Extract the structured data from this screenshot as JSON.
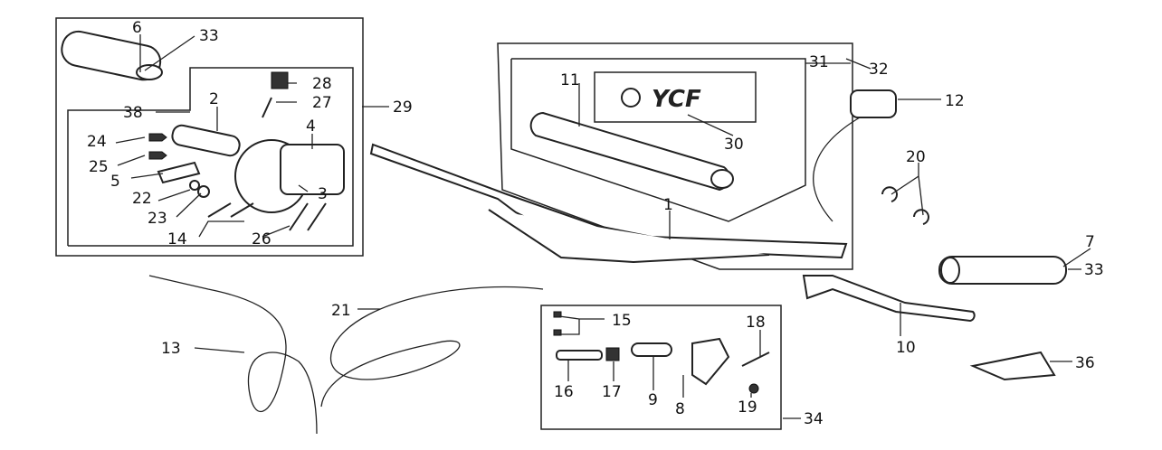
{
  "diagram": {
    "type": "exploded-parts-diagram",
    "logo_text": "YCF",
    "callouts": [
      {
        "id": "c6",
        "label": "6"
      },
      {
        "id": "c33a",
        "label": "33"
      },
      {
        "id": "c28",
        "label": "28"
      },
      {
        "id": "c27",
        "label": "27"
      },
      {
        "id": "c38",
        "label": "38"
      },
      {
        "id": "c2",
        "label": "2"
      },
      {
        "id": "c29",
        "label": "29"
      },
      {
        "id": "c4",
        "label": "4"
      },
      {
        "id": "c24",
        "label": "24"
      },
      {
        "id": "c25",
        "label": "25"
      },
      {
        "id": "c5",
        "label": "5"
      },
      {
        "id": "c3",
        "label": "3"
      },
      {
        "id": "c22",
        "label": "22"
      },
      {
        "id": "c23",
        "label": "23"
      },
      {
        "id": "c14",
        "label": "14"
      },
      {
        "id": "c26",
        "label": "26"
      },
      {
        "id": "c11",
        "label": "11"
      },
      {
        "id": "c31",
        "label": "31"
      },
      {
        "id": "c32",
        "label": "32"
      },
      {
        "id": "c30",
        "label": "30"
      },
      {
        "id": "c1",
        "label": "1"
      },
      {
        "id": "c12",
        "label": "12"
      },
      {
        "id": "c20",
        "label": "20"
      },
      {
        "id": "c7",
        "label": "7"
      },
      {
        "id": "c33b",
        "label": "33"
      },
      {
        "id": "c10",
        "label": "10"
      },
      {
        "id": "c36",
        "label": "36"
      },
      {
        "id": "c21",
        "label": "21"
      },
      {
        "id": "c13",
        "label": "13"
      },
      {
        "id": "c15",
        "label": "15"
      },
      {
        "id": "c18",
        "label": "18"
      },
      {
        "id": "c16",
        "label": "16"
      },
      {
        "id": "c17",
        "label": "17"
      },
      {
        "id": "c9",
        "label": "9"
      },
      {
        "id": "c8",
        "label": "8"
      },
      {
        "id": "c19",
        "label": "19"
      },
      {
        "id": "c34",
        "label": "34"
      }
    ]
  }
}
